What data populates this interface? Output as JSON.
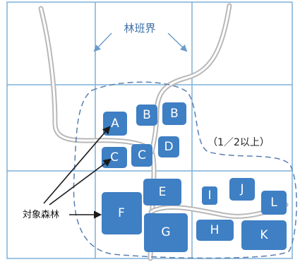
{
  "labels": {
    "boundary": "林班界",
    "half": "（1／2以上）",
    "target": "対象森林"
  },
  "blocks": [
    "A",
    "B",
    "B",
    "C",
    "C",
    "D",
    "E",
    "F",
    "G",
    "H",
    "I",
    "J",
    "K",
    "L"
  ],
  "colors": {
    "grid": "#7fb0d8",
    "block": "#3f7fc4",
    "road": "#c8c8c8",
    "dashed": "#5a7fb0",
    "arrow": "#1a1a1a"
  }
}
